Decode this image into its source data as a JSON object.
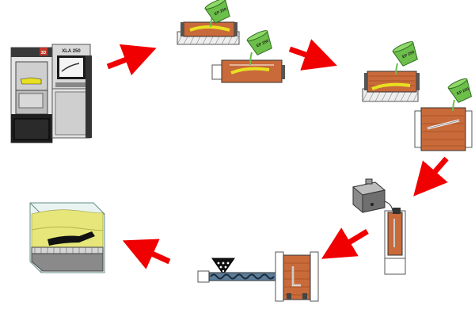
{
  "machine": {
    "model_label": "XLA 250",
    "logo_mark": "3D"
  },
  "resin_labels": {
    "bucket_1": "EP 250",
    "bucket_2": "EP 250",
    "bucket_3": "EP 250",
    "bucket_4": "EP 250"
  },
  "arrows": [
    {
      "from": "sla-machine",
      "to": "mold-pouring-1",
      "color": "#f00000"
    },
    {
      "from": "mold-pouring-1",
      "to": "mold-pouring-2",
      "color": "#f00000"
    },
    {
      "from": "mold-pouring-2",
      "to": "oven-cure",
      "color": "#f00000"
    },
    {
      "from": "oven-cure",
      "to": "mold-clamp",
      "color": "#f00000"
    },
    {
      "from": "mold-clamp",
      "to": "injection-unit",
      "color": "#f00000"
    },
    {
      "from": "injection-unit",
      "to": "sand-casting-box",
      "color": "#f00000"
    }
  ],
  "colors": {
    "resin": "#e0e020",
    "mold": "#c86a3a",
    "bucket": "#6cbf4a",
    "arrow": "#f00000",
    "machine_body": "#d8d8d8"
  }
}
